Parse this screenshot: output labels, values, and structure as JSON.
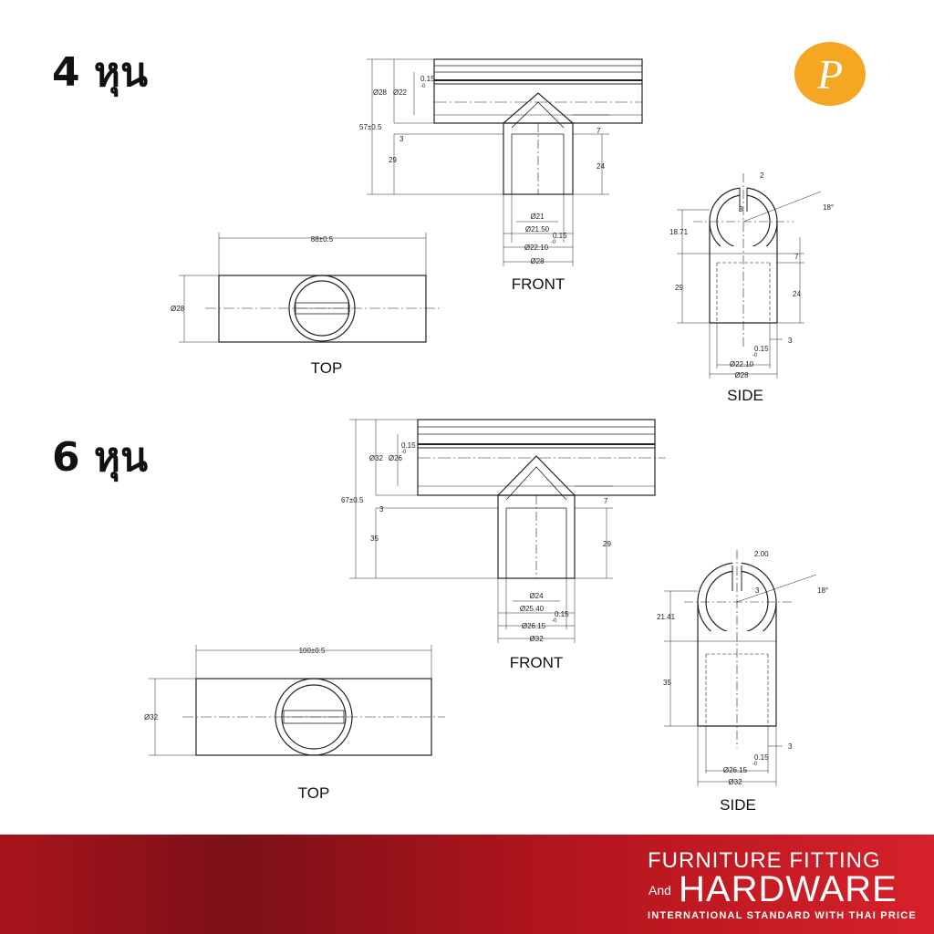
{
  "sections": [
    {
      "title": "4 หุน",
      "front": {
        "label": "FRONT",
        "dims": {
          "od_total": "Ø28",
          "id_total": "Ø22",
          "tol": "0.15",
          "tol_minus": "-0",
          "height_total": "57±0.5",
          "wall": "3",
          "branch_h": "29",
          "chamfer": "7",
          "inner_depth": "24",
          "d1": "Ø21",
          "d2": "Ø21.50",
          "d3": "Ø22.10",
          "d4": "Ø28"
        }
      },
      "top": {
        "label": "TOP",
        "length": "88±0.5",
        "dia": "Ø28"
      },
      "side": {
        "label": "SIDE",
        "slot": "2",
        "gap": "3",
        "angle": "18°",
        "upper": "18.71",
        "chamfer": "7",
        "height": "29",
        "inner": "24",
        "wall": "3",
        "tol": "0.15",
        "tol_minus": "-0",
        "d_inner": "Ø22.10",
        "d_outer": "Ø28"
      }
    },
    {
      "title": "6 หุน",
      "front": {
        "label": "FRONT",
        "dims": {
          "od_total": "Ø32",
          "id_total": "Ø26",
          "tol": "0.15",
          "tol_minus": "-0",
          "height_total": "67±0.5",
          "wall": "3",
          "branch_h": "35",
          "chamfer": "7",
          "inner_depth": "29",
          "d1": "Ø24",
          "d2": "Ø25.40",
          "d3": "Ø26.15",
          "d4": "Ø32"
        }
      },
      "top": {
        "label": "TOP",
        "length": "100±0.5",
        "dia": "Ø32"
      },
      "side": {
        "label": "SIDE",
        "slot": "2.00",
        "gap": "3",
        "angle": "18°",
        "upper": "21.41",
        "height": "35",
        "wall": "3",
        "tol": "0.15",
        "tol_minus": "-0",
        "d_inner": "Ø26.15",
        "d_outer": "Ø32"
      }
    }
  ],
  "logo": {
    "letter": "P",
    "color": "#f5a623"
  },
  "banner": {
    "line1": "FURNITURE FITTING",
    "and": "And",
    "line2": "HARDWARE",
    "line3": "INTERNATIONAL STANDARD WITH THAI PRICE",
    "color": "#b3151d"
  }
}
